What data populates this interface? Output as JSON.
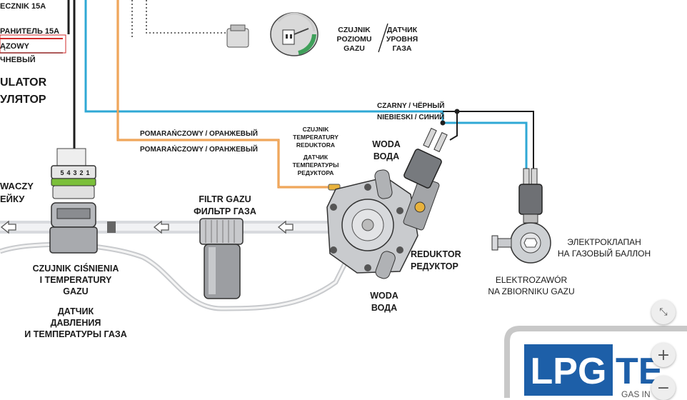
{
  "wiring_legend": {
    "fuse_pl": "ECZNIK 15A",
    "fuse_ru": "РАНИТЕЛЬ 15A",
    "wire_pl": "ĄZOWY",
    "wire_ru": "ЧНЕВЫЙ"
  },
  "ecu": {
    "line1": "ULATOR",
    "line2": "УЛЯТОР"
  },
  "left_edge": {
    "line1": "WACZY",
    "line2": "ЕЙКУ"
  },
  "level_sensor": {
    "pl1": "CZUJNIK",
    "pl2": "POZIOMU",
    "pl3": "GAZU",
    "ru1": "ДАТЧИК",
    "ru2": "УРОВНЯ",
    "ru3": "ГАЗА"
  },
  "wires": {
    "black": "CZARNY / ЧЁРНЫЙ",
    "blue": "NIEBIESKI / СИНИЙ",
    "orange1": "POMARAŃCZOWY / ОРАНЖЕВЫЙ",
    "orange2": "POMARAŃCZOWY / ОРАНЖЕВЫЙ"
  },
  "temp_sensor": {
    "l1": "CZUJNIK",
    "l2": "TEMPERATURY",
    "l3": "REDUKTORA",
    "l4": "ДАТЧИК",
    "l5": "ТЕМПЕРАТУРЫ",
    "l6": "РЕДУКТОРА"
  },
  "water_top": {
    "pl": "WODA",
    "ru": "ВОДА"
  },
  "water_bottom": {
    "pl": "WODA",
    "ru": "ВОДА"
  },
  "filter": {
    "pl": "FILTR GAZU",
    "ru": "ФИЛЬТР ГАЗА"
  },
  "reducer": {
    "pl": "REDUKTOR",
    "ru": "РЕДУКТОР"
  },
  "valve": {
    "ru1": "ЭЛЕКТРОКЛАПАН",
    "ru2": "НА ГАЗОВЫЙ БАЛЛОН",
    "pl1": "ELEKTROZAWÓR",
    "pl2": "NA ZBIORNIKU GAZU"
  },
  "map_sensor": {
    "pl1": "CZUJNIK CIŚNIENIA",
    "pl2": "I TEMPERATURY",
    "pl3": "GAZU",
    "ru1": "ДАТЧИК",
    "ru2": "ДАВЛЕНИЯ",
    "ru3": "И ТЕМПЕРАТУРЫ ГАЗА"
  },
  "connector_pins": [
    "5",
    "4",
    "3",
    "2",
    "1"
  ],
  "logo": {
    "part1": "LPG",
    "part2": "TE",
    "tagline": "GAS IN"
  },
  "controls": {
    "collapse": "⤡",
    "zoom_in": "+",
    "zoom_out": "−"
  },
  "colors": {
    "black_wire": "#1e1e1e",
    "blue_wire": "#2fa8d5",
    "orange_wire": "#e8892a",
    "red_wire": "#d22b2b",
    "logo_blue": "#1d5fa8"
  }
}
